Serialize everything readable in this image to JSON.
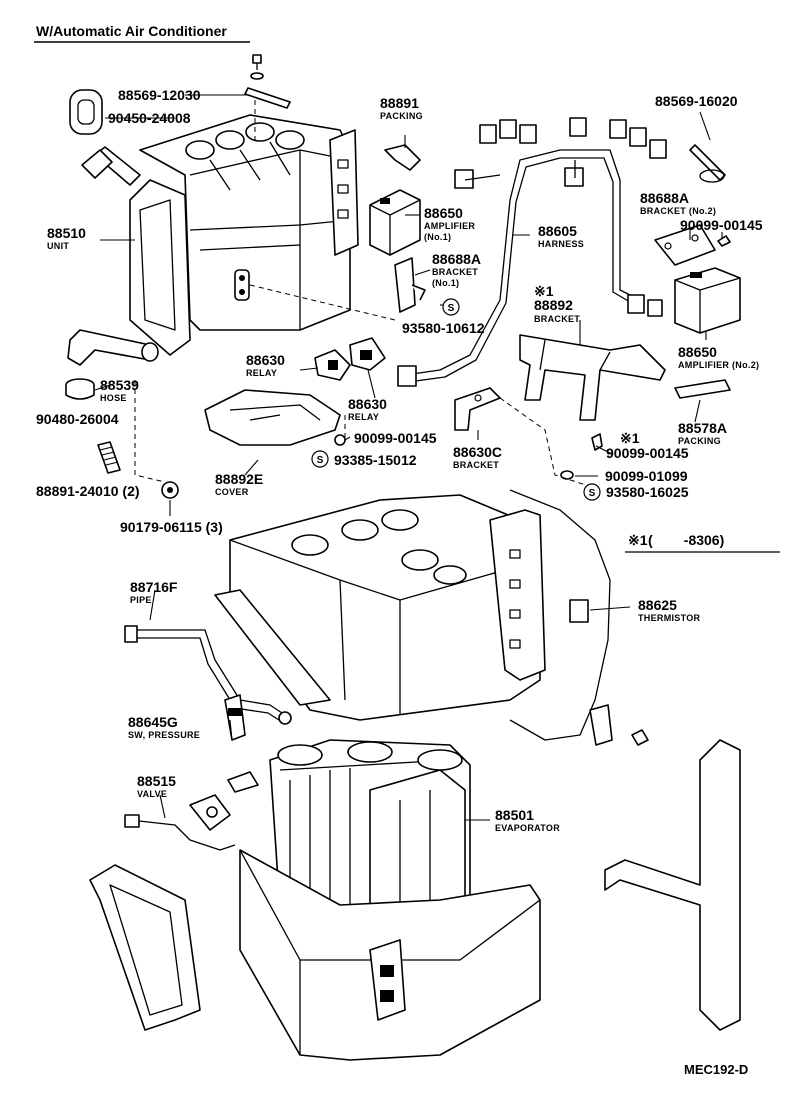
{
  "title": "W/Automatic Air Conditioner",
  "diagram_code": "MEC192-D",
  "serial_note": {
    "marker": "※1",
    "range": "(        -8306)"
  },
  "parts": [
    {
      "id": "p1",
      "number": "88569-12030",
      "name": ""
    },
    {
      "id": "p2",
      "number": "90450-24008",
      "name": ""
    },
    {
      "id": "p3",
      "number": "88510",
      "name": "UNIT"
    },
    {
      "id": "p4",
      "number": "88891",
      "name": "PACKING"
    },
    {
      "id": "p5",
      "number": "88650",
      "name": "AMPLIFIER",
      "name2": "(No.1)"
    },
    {
      "id": "p6",
      "number": "88605",
      "name": "HARNESS"
    },
    {
      "id": "p7",
      "number": "88569-16020",
      "name": ""
    },
    {
      "id": "p8",
      "number": "88688A",
      "name": "BRACKET (No.2)"
    },
    {
      "id": "p9",
      "number": "90099-00145",
      "name": ""
    },
    {
      "id": "p10",
      "number": "88688A",
      "name": "BRACKET",
      "name2": "(No.1)"
    },
    {
      "id": "p11",
      "number": "93580-10612",
      "name": ""
    },
    {
      "id": "p12",
      "number": "88892",
      "name": "BRACKET",
      "marker": "※1"
    },
    {
      "id": "p13",
      "number": "88650",
      "name": "AMPLIFIER (No.2)"
    },
    {
      "id": "p14",
      "number": "88539",
      "name": "HOSE"
    },
    {
      "id": "p15",
      "number": "90480-26004",
      "name": ""
    },
    {
      "id": "p16",
      "number": "88630",
      "name": "RELAY"
    },
    {
      "id": "p17",
      "number": "88630",
      "name": "RELAY"
    },
    {
      "id": "p18",
      "number": "88578A",
      "name": "PACKING"
    },
    {
      "id": "p19",
      "number": "90099-00145",
      "name": ""
    },
    {
      "id": "p20",
      "number": "88630C",
      "name": "BRACKET"
    },
    {
      "id": "p21",
      "number": "93385-15012",
      "name": ""
    },
    {
      "id": "p22",
      "number": "90099-00145",
      "name": "",
      "marker": "※1"
    },
    {
      "id": "p23",
      "number": "88891-24010 (2)",
      "name": ""
    },
    {
      "id": "p24",
      "number": "88892E",
      "name": "COVER"
    },
    {
      "id": "p25",
      "number": "90099-01099",
      "name": ""
    },
    {
      "id": "p26",
      "number": "93580-16025",
      "name": ""
    },
    {
      "id": "p27",
      "number": "90179-06115 (3)",
      "name": ""
    },
    {
      "id": "p28",
      "number": "88716F",
      "name": "PIPE"
    },
    {
      "id": "p29",
      "number": "88625",
      "name": "THERMISTOR"
    },
    {
      "id": "p30",
      "number": "88645G",
      "name": "SW, PRESSURE"
    },
    {
      "id": "p31",
      "number": "88515",
      "name": "VALVE"
    },
    {
      "id": "p32",
      "number": "88501",
      "name": "EVAPORATOR"
    }
  ],
  "s_symbol": "S"
}
